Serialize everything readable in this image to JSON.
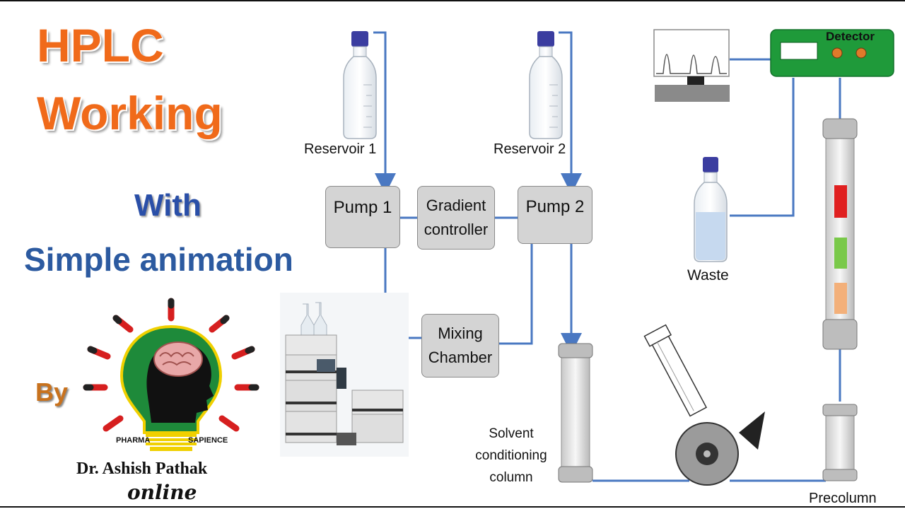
{
  "header": {
    "line1": "HPLC",
    "line2": "Working",
    "line3": "With",
    "line4": "Simple animation"
  },
  "credit": {
    "by": "By",
    "logo_left": "PHARMA",
    "logo_right": "SAPIENCE",
    "author": "Dr. Ashish Pathak",
    "tagline": "online"
  },
  "diagram": {
    "reservoir1": "Reservoir 1",
    "reservoir2": "Reservoir 2",
    "pump1": "Pump 1",
    "gradient": "Gradient controller",
    "pump2": "Pump 2",
    "mixing": "Mixing Chamber",
    "solvent_col": "Solvent conditioning column",
    "waste": "Waste",
    "detector": "Detector",
    "precolumn": "Precolumn"
  },
  "colors": {
    "title_orange": "#f06a1a",
    "blue_text": "#2c5aa0",
    "pipe_blue": "#4a78c2",
    "detector_green": "#1f9a3a",
    "band_red": "#e02020",
    "band_green": "#7ac94a",
    "band_orange": "#f3b07a"
  }
}
